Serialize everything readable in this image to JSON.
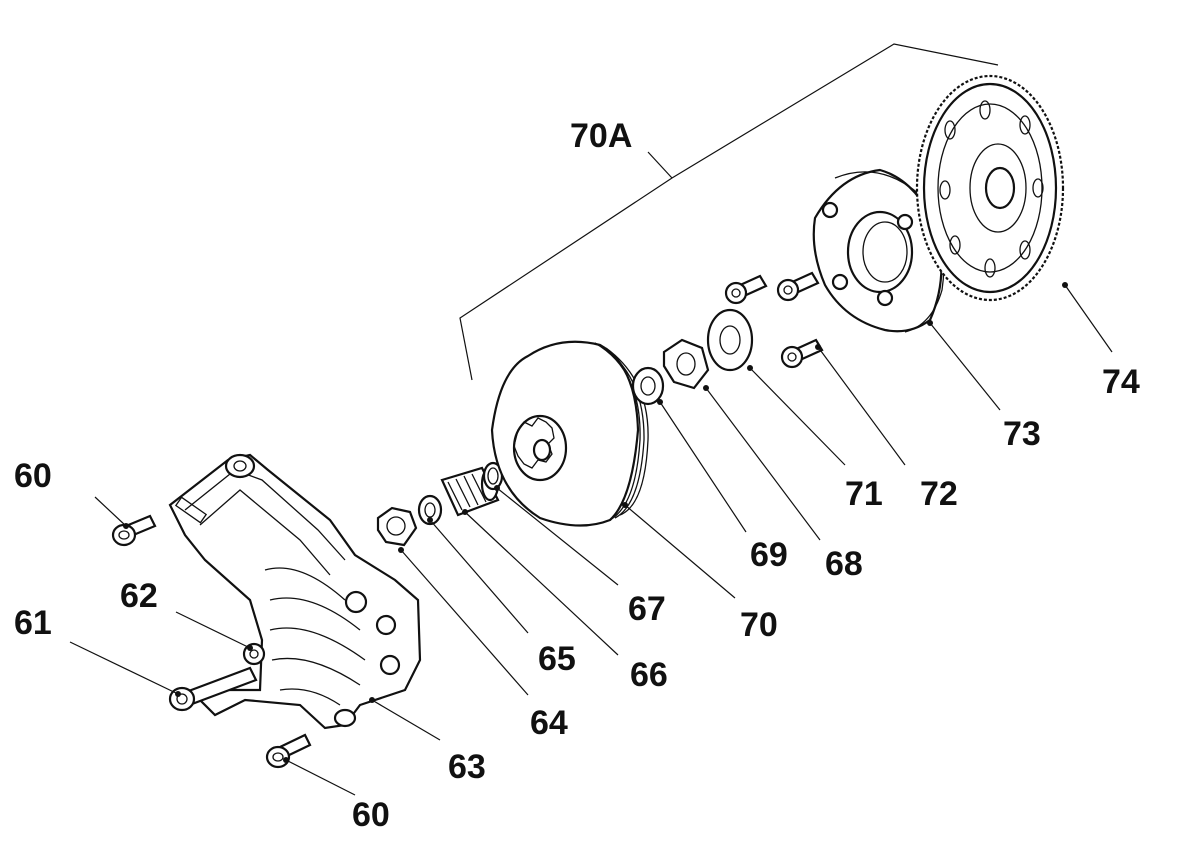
{
  "diagram": {
    "callouts": [
      {
        "key": "p60a",
        "text": "60"
      },
      {
        "key": "p60b",
        "text": "60"
      },
      {
        "key": "p61",
        "text": "61"
      },
      {
        "key": "p62",
        "text": "62"
      },
      {
        "key": "p63",
        "text": "63"
      },
      {
        "key": "p64",
        "text": "64"
      },
      {
        "key": "p65",
        "text": "65"
      },
      {
        "key": "p66",
        "text": "66"
      },
      {
        "key": "p67",
        "text": "67"
      },
      {
        "key": "p68",
        "text": "68"
      },
      {
        "key": "p69",
        "text": "69"
      },
      {
        "key": "p70",
        "text": "70"
      },
      {
        "key": "p70A",
        "text": "70A"
      },
      {
        "key": "p71",
        "text": "71"
      },
      {
        "key": "p72",
        "text": "72"
      },
      {
        "key": "p73",
        "text": "73"
      },
      {
        "key": "p74",
        "text": "74"
      }
    ]
  }
}
